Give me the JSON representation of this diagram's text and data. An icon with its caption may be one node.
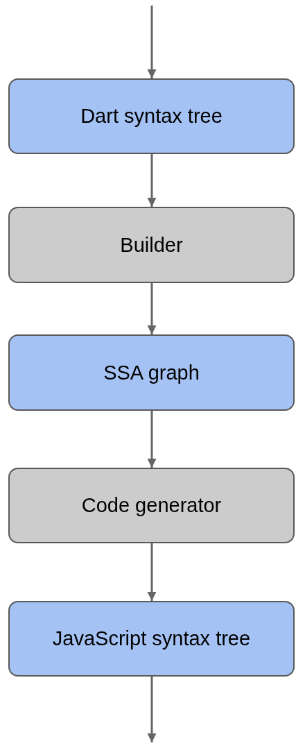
{
  "diagram": {
    "nodes": [
      {
        "text": [
          "Dart syntax tree"
        ]
      },
      {
        "text": [
          "Builder"
        ]
      },
      {
        "text": [
          "SSA graph"
        ]
      },
      {
        "text": [
          "Code generator"
        ]
      },
      {
        "text": [
          "JavaScript syntax tree"
        ]
      }
    ],
    "edges": [
      {
        "from": null,
        "to": 0,
        "arrow": "to"
      },
      {
        "from": 0,
        "to": 1,
        "arrow": "to"
      },
      {
        "from": 1,
        "to": 2,
        "arrow": "to"
      },
      {
        "from": 2,
        "to": 3,
        "arrow": "to"
      },
      {
        "from": 3,
        "to": 4,
        "arrow": "to"
      },
      {
        "from": 4,
        "to": null,
        "arrow": "to"
      }
    ]
  }
}
